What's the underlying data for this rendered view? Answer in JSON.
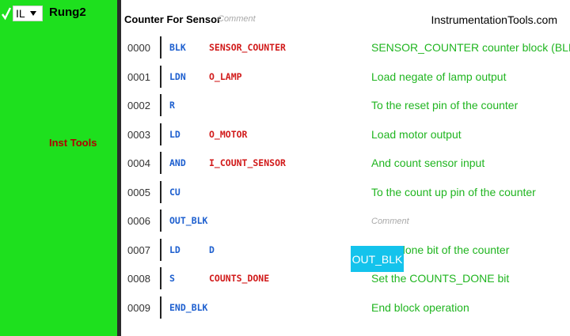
{
  "sidebar": {
    "language": "IL",
    "rung": "Rung2",
    "brand": "Inst Tools"
  },
  "header": {
    "title": "Counter For Sensor",
    "comment_placeholder": "Comment",
    "site": "InstrumentationTools.com"
  },
  "instructions": [
    {
      "line": "0000",
      "op": "BLK",
      "operand": "SENSOR_COUNTER",
      "comment": "SENSOR_COUNTER counter block (BLK)"
    },
    {
      "line": "0001",
      "op": "LDN",
      "operand": "O_LAMP",
      "comment": "Load negate of lamp output"
    },
    {
      "line": "0002",
      "op": "R",
      "operand": "",
      "comment": "To the reset pin of the counter"
    },
    {
      "line": "0003",
      "op": "LD",
      "operand": "O_MOTOR",
      "comment": "Load motor output"
    },
    {
      "line": "0004",
      "op": "AND",
      "operand": "I_COUNT_SENSOR",
      "comment": "And count sensor input"
    },
    {
      "line": "0005",
      "op": "CU",
      "operand": "",
      "comment": "To the count up pin of the counter"
    },
    {
      "line": "0006",
      "op": "OUT_BLK",
      "operand": "",
      "comment": "Comment"
    },
    {
      "line": "0007",
      "op": "LD",
      "operand": "D",
      "comment": "Load done bit of the counter"
    },
    {
      "line": "0008",
      "op": "S",
      "operand": "COUNTS_DONE",
      "comment": "Set the COUNTS_DONE bit"
    },
    {
      "line": "0009",
      "op": "END_BLK",
      "operand": "",
      "comment": "End block operation"
    }
  ],
  "tooltip": "OUT_BLK",
  "colors": {
    "panel_green": "#1ee01e",
    "opcode_blue": "#1d5fcf",
    "operand_red": "#d11a1a",
    "comment_green": "#20b520",
    "tooltip_cyan": "#14c3ec"
  }
}
